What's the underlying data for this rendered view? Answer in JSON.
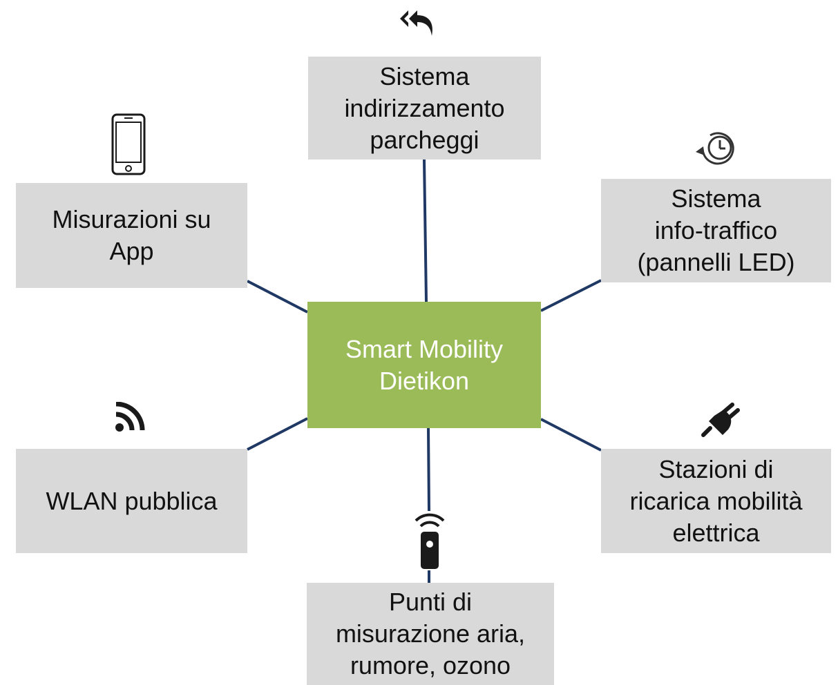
{
  "center": {
    "label": "Smart Mobility\nDietikon"
  },
  "nodes": {
    "parking": {
      "label": "Sistema\nindirizzamento\nparcheggi",
      "icon": "reply-all-icon"
    },
    "app": {
      "label": "Misurazioni su\nApp",
      "icon": "smartphone-icon"
    },
    "info": {
      "label": "Sistema\ninfo-traffico\n(pannelli LED)",
      "icon": "clock-history-icon"
    },
    "wlan": {
      "label": "WLAN pubblica",
      "icon": "wifi-feed-icon"
    },
    "charge": {
      "label": "Stazioni di\nricarica mobilità\nelettrica",
      "icon": "plug-icon"
    },
    "air": {
      "label": "Punti di\nmisurazione aria,\nrumore, ozono",
      "icon": "sensor-remote-icon"
    }
  },
  "colors": {
    "center_fill": "#9bbb59",
    "node_fill": "#d9d9d9",
    "connector": "#1f3864",
    "icon": "#1a1a1a"
  }
}
